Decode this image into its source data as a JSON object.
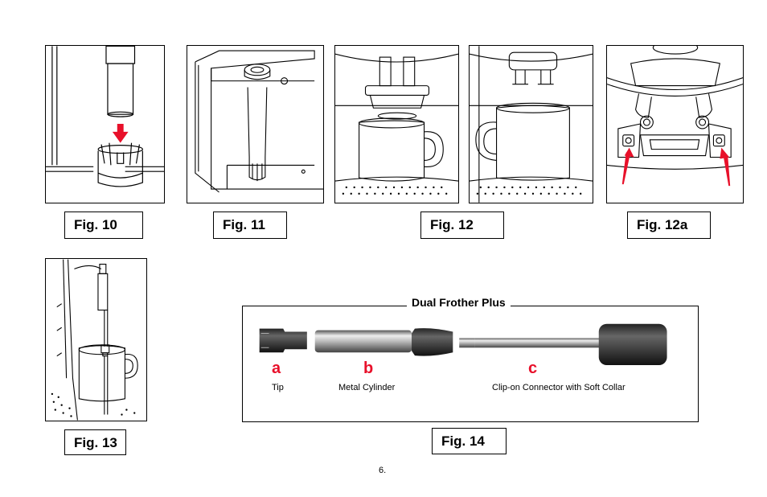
{
  "figures": {
    "fig10": {
      "label": "Fig. 10"
    },
    "fig11": {
      "label": "Fig. 11"
    },
    "fig12": {
      "label": "Fig. 12"
    },
    "fig12a": {
      "label": "Fig. 12a"
    },
    "fig13": {
      "label": "Fig. 13"
    },
    "fig14": {
      "label": "Fig. 14"
    }
  },
  "frother": {
    "title": "Dual Frother Plus",
    "parts": [
      {
        "letter": "a",
        "label": "Tip"
      },
      {
        "letter": "b",
        "label": "Metal Cylinder"
      },
      {
        "letter": "c",
        "label": "Clip-on Connector with Soft Collar"
      }
    ]
  },
  "colors": {
    "accent": "#e8102a",
    "ink": "#000000"
  },
  "page_number": "6."
}
